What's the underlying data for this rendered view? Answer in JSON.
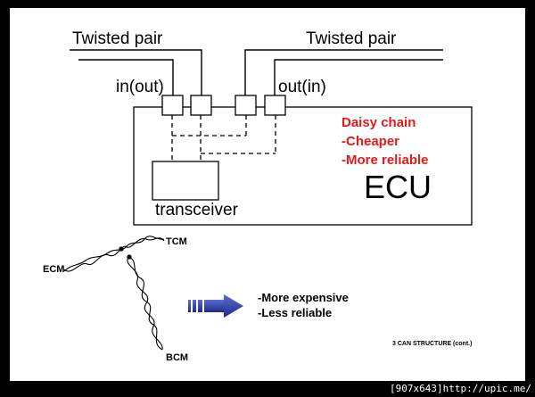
{
  "labels": {
    "twisted_pair_left": "Twisted pair",
    "twisted_pair_right": "Twisted pair",
    "port_left": "in(out)",
    "port_right": "out(in)",
    "daisy_chain": "Daisy chain",
    "cheaper": "-Cheaper",
    "more_reliable": "-More reliable",
    "ecu": "ECU",
    "transceiver": "transceiver"
  },
  "star": {
    "tcm": "TCM",
    "ecm": "ECM",
    "bcm": "BCM",
    "more_expensive": "-More expensive",
    "less_reliable": "-Less reliable"
  },
  "footer": "3 CAN STRUCTURE (cont.)",
  "watermark": "[907x643]http://upic.me/",
  "colors": {
    "accent_red": "#e41a1a",
    "arrow_blue": "#2a3a9a",
    "background": "#ffffff",
    "frame": "#000000"
  }
}
